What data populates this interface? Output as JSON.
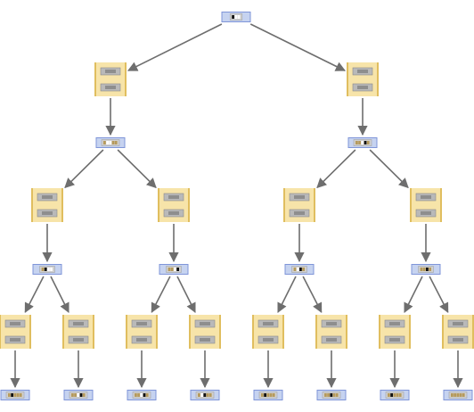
{
  "diagram": {
    "type": "tree",
    "colors": {
      "edge": "#6e6e6e",
      "state_fill": "#c6d3f0",
      "state_border": "#7f95d8",
      "state_inner": "#d0d0d0",
      "cell_gold": "#b59a5c",
      "cell_black": "#111111",
      "cell_white": "#ffffff",
      "pair_fill": "#f7e4a9",
      "pair_border": "#e0be5f",
      "pair_bar": "#b9b9b9",
      "pair_chip": "#8e8e8e"
    },
    "state_cells": {
      "root": [
        "black",
        "white",
        "white"
      ],
      "a": [
        "gold",
        "white",
        "white",
        "gold",
        "gold"
      ],
      "b": [
        "gold",
        "gold",
        "white",
        "black",
        "gold"
      ],
      "aa": [
        "gold",
        "black",
        "white",
        "white"
      ],
      "ab": [
        "gold",
        "gold",
        "white",
        "black"
      ],
      "ba": [
        "gold",
        "white",
        "black",
        "gold"
      ],
      "bb": [
        "gold",
        "gold",
        "black",
        "gold"
      ],
      "aaa": [
        "gold",
        "black",
        "gold",
        "gold",
        "gold"
      ],
      "aab": [
        "gold",
        "gold",
        "white",
        "black",
        "gold"
      ],
      "aba": [
        "gold",
        "gold",
        "white",
        "black",
        "gold"
      ],
      "abb": [
        "gold",
        "white",
        "black",
        "gold",
        "gold"
      ],
      "baa": [
        "gold",
        "black",
        "gold",
        "gold",
        "gold"
      ],
      "bab": [
        "gold",
        "gold",
        "black",
        "gold",
        "gold"
      ],
      "bba": [
        "gold",
        "black",
        "gold",
        "gold",
        "gold"
      ],
      "bbb": [
        "gold",
        "gold",
        "gold",
        "gold",
        "gold"
      ]
    }
  }
}
